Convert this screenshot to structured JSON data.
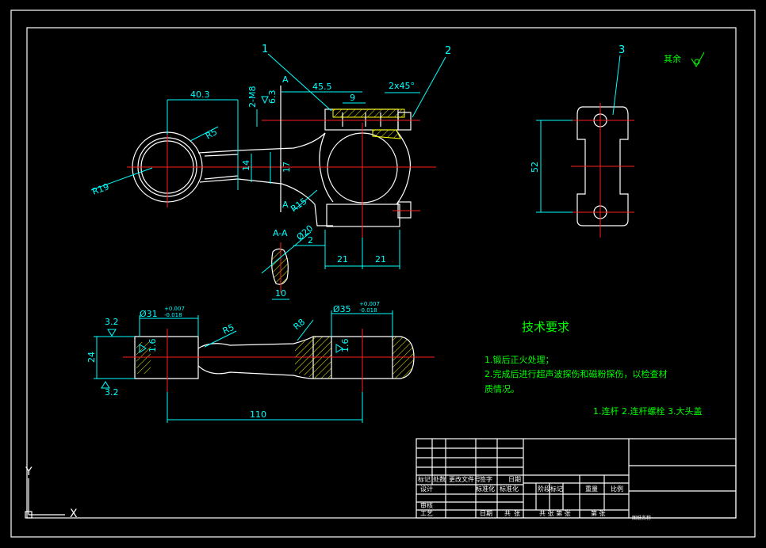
{
  "colors": {
    "background": "#000000",
    "geometry": "#ffffff",
    "dimensions": "#00ffff",
    "centerlines": "#ff2020",
    "hatch": "#ffff00",
    "text": "#00ff00"
  },
  "balloons": [
    "1",
    "2",
    "3"
  ],
  "front_view": {
    "dims": {
      "d40_3": "40.3",
      "d45_5": "45.5",
      "d9": "9",
      "chamfer": "2x45°",
      "thread": "2-M8",
      "rough_6_3": "6.3",
      "r5": "R5",
      "r19": "R19",
      "d14": "14",
      "d17": "17",
      "r15": "R15",
      "d21a": "21",
      "d21b": "21"
    },
    "section_mark": "A"
  },
  "section_aa": {
    "title": "A-A",
    "dia": "Ø20",
    "d2": "2",
    "d10": "10"
  },
  "side_view": {
    "d52": "52"
  },
  "roughness_other": "其余",
  "bottom_view": {
    "rough_top": "3.2",
    "rough_bottom": "3.2",
    "d24": "24",
    "phi31": "Ø31",
    "phi31_up": "+0.007",
    "phi31_lo": "-0.018",
    "phi35": "Ø35",
    "phi35_up": "+0.007",
    "phi35_lo": "-0.018",
    "r5": "R5",
    "r8": "R8",
    "rough_left": "1.6",
    "rough_right": "1.6",
    "d110": "110"
  },
  "tech_requirements": {
    "title": "技术要求",
    "line1": "1.锻后正火处理；",
    "line2": "2.完成后进行超声波探伤和磁粉探伤，以检查材",
    "line3": "质情况。",
    "parts": "1.连杆    2.连杆螺栓      3.大头盖"
  },
  "title_block": {
    "r1": [
      "标记",
      "处数",
      "更改文件号",
      "签字",
      "日期"
    ],
    "design": "设计",
    "std": "标准化",
    "std2": "标准化",
    "stage": "阶段标记",
    "weight": "重量",
    "scale": "比例",
    "review": "审核",
    "process": "工艺",
    "date": "日期",
    "sheet1": "共",
    "sheet2": "张",
    "total": "共 张  第 张",
    "sheets": "第 张",
    "bottom_right": "图纸名称"
  },
  "ucs": {
    "y_label": "Y",
    "x_label": "X"
  }
}
